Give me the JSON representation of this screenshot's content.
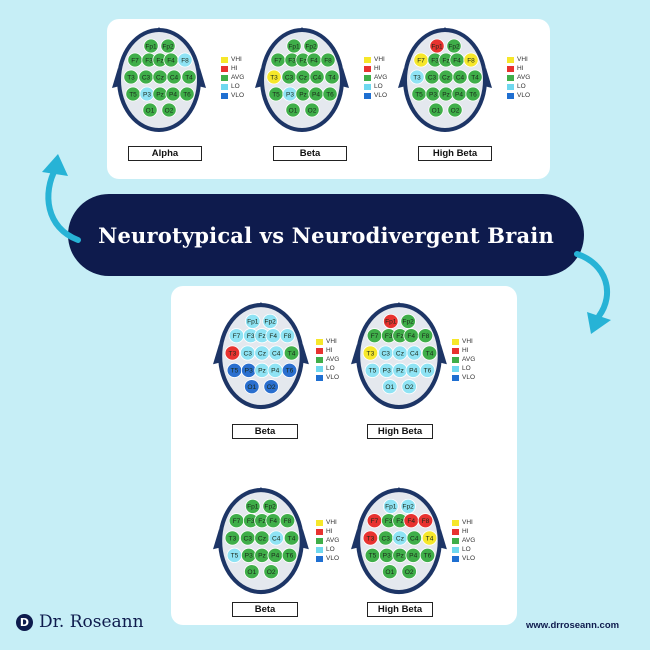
{
  "banner": {
    "title": "Neurotypical vs Neurodivergent Brain"
  },
  "brand": {
    "logo_letter": "D",
    "name": "Dr. Roseann"
  },
  "website": "www.drroseann.com",
  "legend": {
    "levels": [
      {
        "label": "VHI",
        "color": "#f6e72a"
      },
      {
        "label": "HI",
        "color": "#e8322f"
      },
      {
        "label": "AVG",
        "color": "#3fae49"
      },
      {
        "label": "LO",
        "color": "#6fd8ef"
      },
      {
        "label": "VLO",
        "color": "#1f6fd1"
      }
    ]
  },
  "level_colors": {
    "VHI": "#f6e72a",
    "HI": "#e8322f",
    "AVG": "#3fae49",
    "LO": "#8fe3f4",
    "VLO": "#2a6fcf"
  },
  "electrode_names": [
    "Fp1",
    "Fp2",
    "F7",
    "F3",
    "Fz",
    "F4",
    "F8",
    "T3",
    "C3",
    "Cz",
    "C4",
    "T4",
    "T5",
    "P3",
    "Pz",
    "P4",
    "T6",
    "O1",
    "O2"
  ],
  "maps": [
    {
      "label": "Alpha",
      "levels": [
        "AVG",
        "AVG",
        "AVG",
        "AVG",
        "AVG",
        "AVG",
        "LO",
        "AVG",
        "AVG",
        "AVG",
        "AVG",
        "AVG",
        "AVG",
        "LO",
        "AVG",
        "AVG",
        "AVG",
        "AVG",
        "AVG"
      ]
    },
    {
      "label": "Beta",
      "levels": [
        "AVG",
        "AVG",
        "AVG",
        "AVG",
        "AVG",
        "AVG",
        "AVG",
        "VHI",
        "AVG",
        "AVG",
        "AVG",
        "AVG",
        "AVG",
        "LO",
        "AVG",
        "AVG",
        "AVG",
        "AVG",
        "AVG"
      ]
    },
    {
      "label": "High Beta",
      "levels": [
        "HI",
        "AVG",
        "VHI",
        "AVG",
        "AVG",
        "AVG",
        "VHI",
        "LO",
        "AVG",
        "AVG",
        "AVG",
        "AVG",
        "AVG",
        "AVG",
        "AVG",
        "AVG",
        "AVG",
        "AVG",
        "AVG"
      ]
    },
    {
      "label": "Beta",
      "levels": [
        "LO",
        "LO",
        "LO",
        "LO",
        "LO",
        "LO",
        "LO",
        "HI",
        "LO",
        "LO",
        "LO",
        "AVG",
        "VLO",
        "VLO",
        "LO",
        "LO",
        "VLO",
        "VLO",
        "VLO"
      ]
    },
    {
      "label": "High Beta",
      "levels": [
        "HI",
        "AVG",
        "AVG",
        "AVG",
        "AVG",
        "AVG",
        "AVG",
        "VHI",
        "LO",
        "LO",
        "LO",
        "AVG",
        "LO",
        "LO",
        "LO",
        "LO",
        "LO",
        "LO",
        "LO"
      ]
    },
    {
      "label": "Beta",
      "levels": [
        "AVG",
        "AVG",
        "AVG",
        "AVG",
        "AVG",
        "AVG",
        "AVG",
        "AVG",
        "AVG",
        "AVG",
        "LO",
        "AVG",
        "LO",
        "AVG",
        "AVG",
        "AVG",
        "AVG",
        "AVG",
        "AVG"
      ]
    },
    {
      "label": "High Beta",
      "levels": [
        "LO",
        "LO",
        "HI",
        "AVG",
        "AVG",
        "HI",
        "HI",
        "HI",
        "AVG",
        "LO",
        "AVG",
        "VHI",
        "AVG",
        "AVG",
        "AVG",
        "AVG",
        "AVG",
        "AVG",
        "AVG"
      ]
    }
  ]
}
